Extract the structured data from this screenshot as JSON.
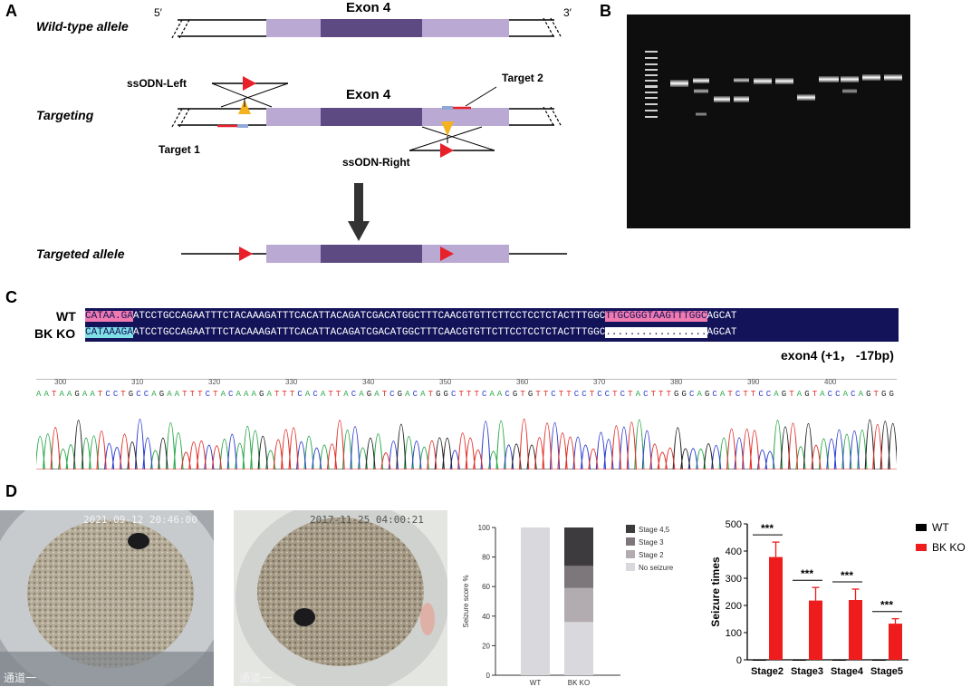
{
  "panels": {
    "a": "A",
    "b": "B",
    "c": "C",
    "d": "D"
  },
  "panelA": {
    "wt_label": "Wild-type allele",
    "five_prime": "5′",
    "three_prime": "3′",
    "exon_label_top": "Exon 4",
    "targeting_label": "Targeting",
    "exon_label_mid": "Exon 4",
    "ssodn_left": "ssODN-Left",
    "ssodn_right": "ssODN-Right",
    "target1": "Target 1",
    "target2": "Target 2",
    "targeted_label": "Targeted allele",
    "colors": {
      "exon_light": "#b9a9d3",
      "exon_dark": "#5e4a82",
      "loxp": "#e8202a",
      "cut": "#f5b21f"
    }
  },
  "panelC": {
    "wt_name": "WT",
    "ko_name": "BK KO",
    "wt_seq_a": "CATAA.GA",
    "wt_seq_b": "ATCCTGCCAGAATTTCTACAAAGATTTCACATTACAGATCGACATGGCTTTCAACGTGTTCTTCCTCCTCTACTTTGGC",
    "wt_seq_c": "TTGCGGGTAAGTTTGGC",
    "wt_seq_d": "AGCAT",
    "ko_seq_a": "CATAAAGA",
    "ko_seq_b": "ATCCTGCCAGAATTTCTACAAAGATTTCACATTACAGATCGACATGGCTTTCAACGTGTTCTTCCTCCTCTACTTTGGC",
    "ko_seq_c": ".................",
    "ko_seq_d": "AGCAT",
    "mutation": "exon4 (+1，  -17bp)",
    "trace_ticks": [
      "300",
      "310",
      "320",
      "330",
      "340",
      "350",
      "360",
      "370",
      "380",
      "390",
      "400"
    ],
    "trace_bases": "AATAAGAATCCTGCCAGAATTTCTACAAAGATTTCACATTACAGATCGACATGGCTTTCAACGTGTTCTTCCTCCTCTACTTTGGCAGCATCTTCCAGTAGTACCACAGTGG",
    "colors": {
      "A": "#2aa84a",
      "C": "#2f3fd0",
      "G": "#222222",
      "T": "#e0302a",
      "seq_bg": "#13135a",
      "pink": "#f07ab0",
      "cyan": "#7fe0e6"
    }
  },
  "panelD": {
    "cam1_stamp": "2021-09-12 20:46:00",
    "cam1_label": "通道一",
    "cam2_stamp": "2017-11-25 04:00:21",
    "cam2_label": "通道一"
  },
  "chart_data": [
    {
      "type": "bar",
      "stacked": true,
      "categories": [
        "WT",
        "BK KO"
      ],
      "series": [
        {
          "name": "No seizure",
          "values": [
            100,
            36
          ],
          "color": "#d9d8dc"
        },
        {
          "name": "Stage 2",
          "values": [
            0,
            23
          ],
          "color": "#b2abb0"
        },
        {
          "name": "Stage 3",
          "values": [
            0,
            15
          ],
          "color": "#7d777b"
        },
        {
          "name": "Stage 4,5",
          "values": [
            0,
            26
          ],
          "color": "#3e3b3e"
        }
      ],
      "legend_order": [
        "Stage 4,5",
        "Stage 3",
        "Stage 2",
        "No seizure"
      ],
      "ylabel": "Seizure score %",
      "ylim": [
        0,
        100
      ],
      "yticks": [
        "0",
        "20",
        "40",
        "60",
        "80",
        "100"
      ],
      "legend": "right"
    },
    {
      "type": "bar",
      "categories": [
        "Stage2",
        "Stage3",
        "Stage4",
        "Stage5"
      ],
      "series": [
        {
          "name": "WT",
          "values": [
            0,
            0,
            0,
            0
          ],
          "error": [
            0,
            0,
            0,
            0
          ],
          "color": "#000000"
        },
        {
          "name": "BK KO",
          "values": [
            378,
            218,
            220,
            133
          ],
          "error": [
            55,
            48,
            40,
            18
          ],
          "color": "#ee1c1c"
        }
      ],
      "ylabel": "Seizure times",
      "ylim": [
        0,
        500
      ],
      "yticks": [
        "0",
        "100",
        "200",
        "300",
        "400",
        "500"
      ],
      "significance": [
        "***",
        "***",
        "***",
        "***"
      ],
      "legend": "top-right"
    }
  ]
}
